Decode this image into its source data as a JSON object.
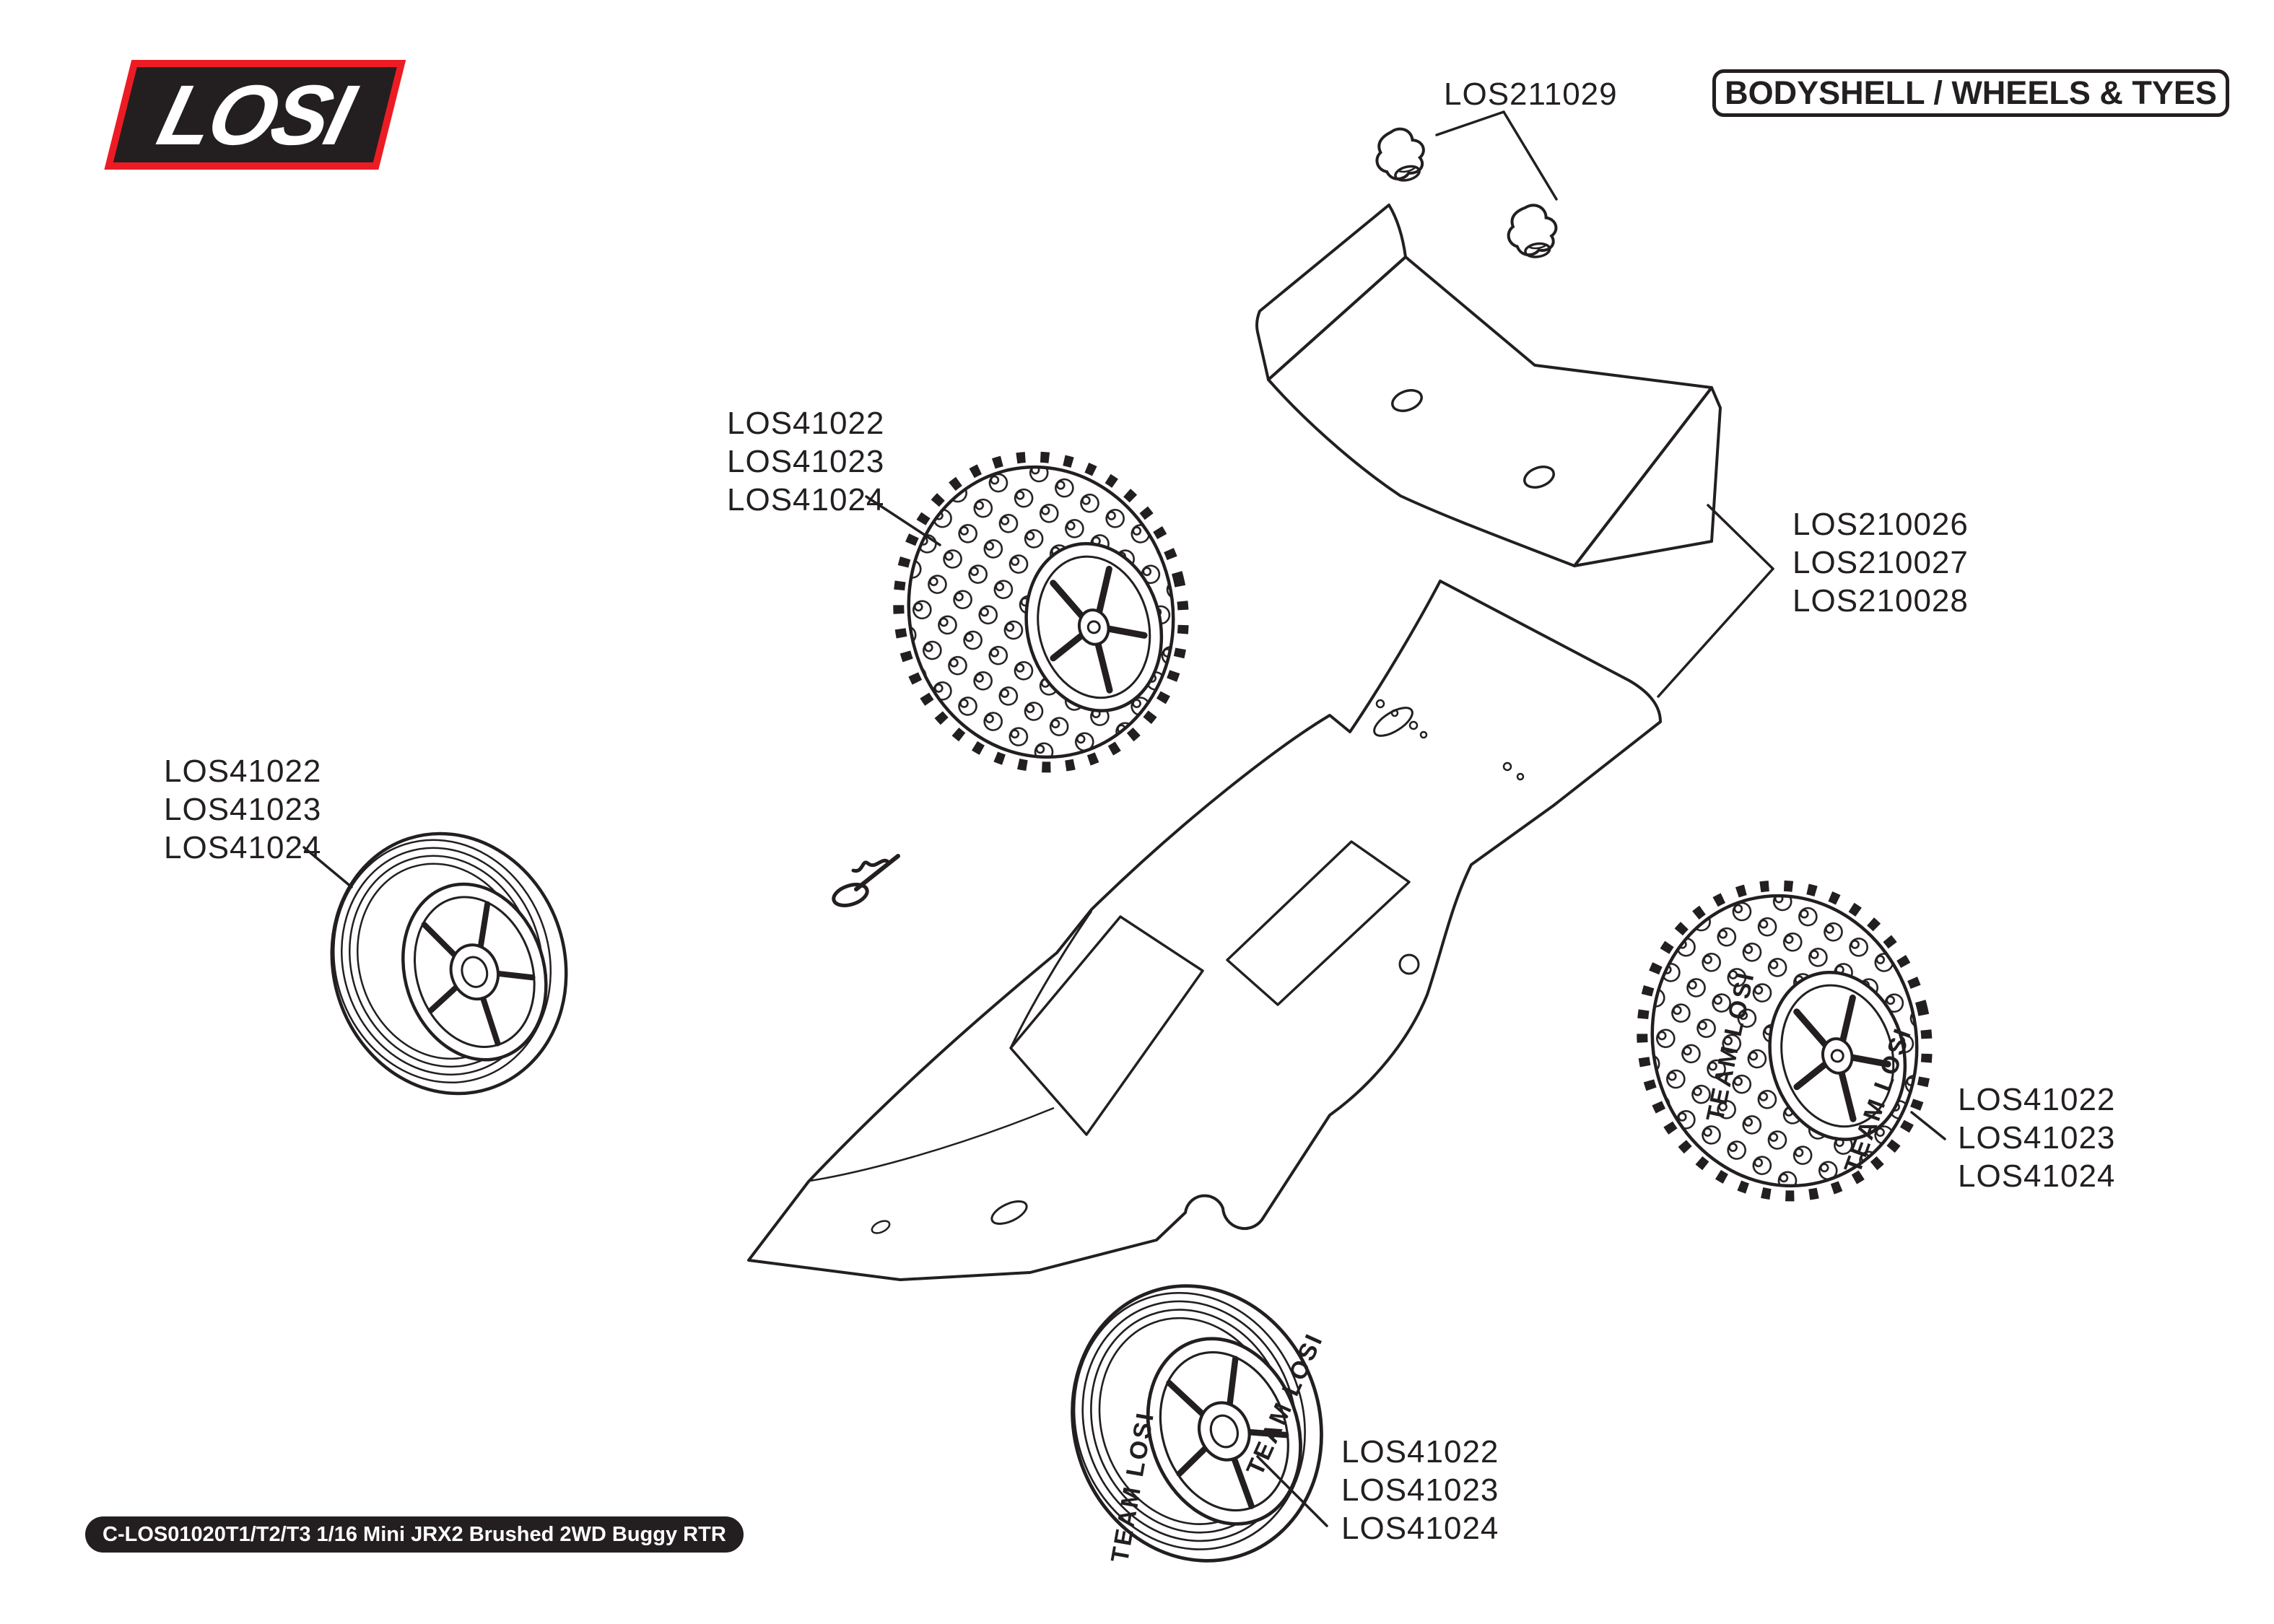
{
  "header": {
    "logo_text": "LOSI",
    "title": "BODYSHELL / WHEELS & TYES"
  },
  "footer": {
    "badge": "C-LOS01020T1/T2/T3 1/16 Mini JRX2 Brushed 2WD Buggy RTR"
  },
  "labels": {
    "wing_buttons": {
      "lines": [
        "LOS211029"
      ]
    },
    "bodyshell": {
      "lines": [
        "LOS210026",
        "LOS210027",
        "LOS210028"
      ]
    },
    "tire_rear_left": {
      "lines": [
        "LOS41022",
        "LOS41023",
        "LOS41024"
      ]
    },
    "tire_front_left": {
      "lines": [
        "LOS41022",
        "LOS41023",
        "LOS41024"
      ]
    },
    "tire_rear_right": {
      "lines": [
        "LOS41022",
        "LOS41023",
        "LOS41024"
      ]
    },
    "tire_front_bottom": {
      "lines": [
        "LOS41022",
        "LOS41023",
        "LOS41024"
      ]
    }
  },
  "drawing": {
    "tire_sidewall_text": "TEAM LOSI"
  },
  "colors": {
    "ink": "#231f20",
    "logo_red": "#ed1c24",
    "paper": "#ffffff",
    "badge_text": "#ffffff"
  }
}
